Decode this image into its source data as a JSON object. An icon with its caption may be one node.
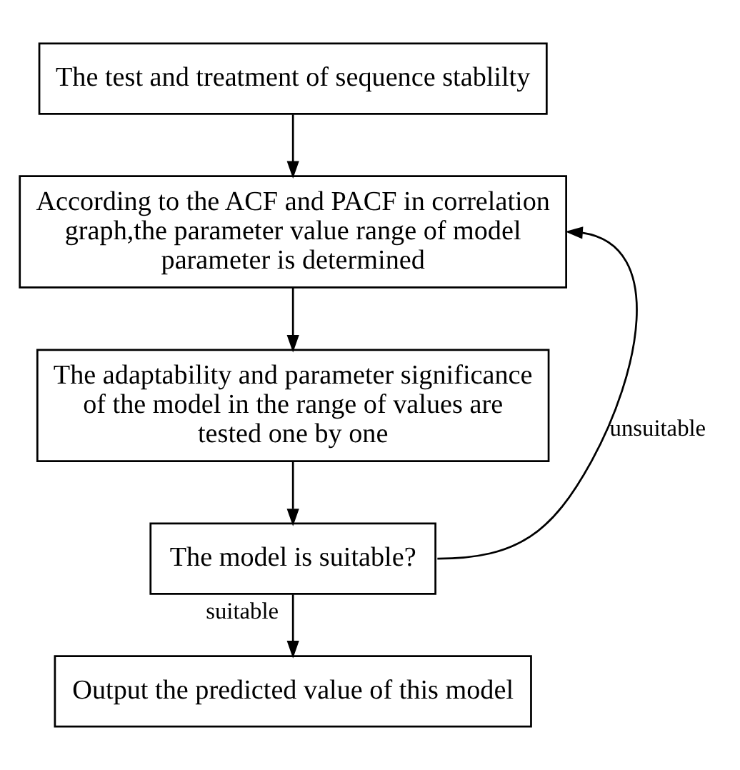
{
  "diagram": {
    "nodes": [
      {
        "text": [
          "The test and treatment of sequence stablilty"
        ]
      },
      {
        "text": [
          "According to the ACF and PACF in correlation graph,the parameter value range of model parameter is determined"
        ]
      },
      {
        "text": [
          "The adaptability and parameter significance of the model in the range of values are tested one by one"
        ]
      },
      {
        "text": [
          "The model is suitable?"
        ]
      },
      {
        "text": [
          "Output the predicted value of this model"
        ]
      }
    ],
    "edges": [
      {
        "from": 0,
        "to": 1,
        "arrow": "to"
      },
      {
        "from": 1,
        "to": 2,
        "arrow": "to"
      },
      {
        "from": 2,
        "to": 3,
        "arrow": "to"
      },
      {
        "from": 3,
        "to": 4,
        "arrow": "to",
        "label": "suitable"
      },
      {
        "from": 3,
        "to": 1,
        "arrow": "to",
        "label": "unsuitable"
      }
    ]
  }
}
